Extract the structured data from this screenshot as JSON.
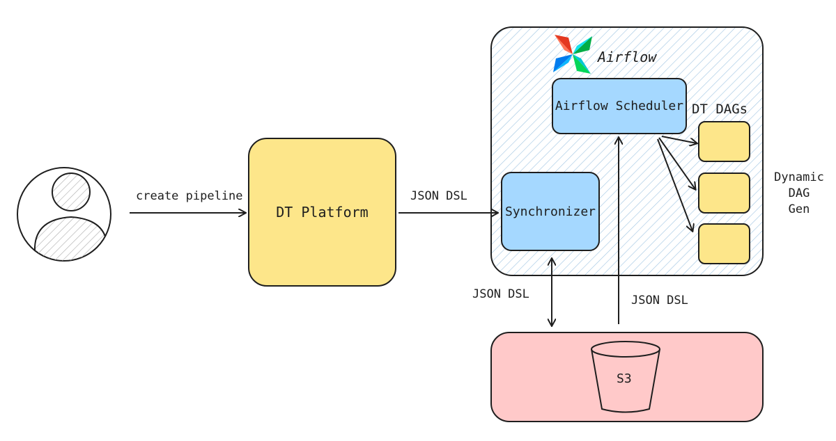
{
  "user": {
    "icon": "user-icon"
  },
  "edges": {
    "create_pipeline": "create pipeline",
    "platform_to_sync": "JSON DSL",
    "sync_to_s3": "JSON DSL",
    "s3_to_scheduler": "JSON DSL"
  },
  "platform": {
    "label": "DT Platform",
    "color": "#fde68a"
  },
  "airflow": {
    "label": "Airflow",
    "icon": "airflow-pinwheel-icon",
    "hatch_color": "#a5c8e4"
  },
  "scheduler": {
    "label": "Airflow Scheduler",
    "color": "#a5d8ff"
  },
  "synchronizer": {
    "label": "Synchronizer",
    "color": "#a5d8ff"
  },
  "dags": {
    "title": "DT DAGs",
    "side_label": [
      "Dynamic",
      "DAG",
      "Gen"
    ],
    "color": "#fde68a"
  },
  "s3": {
    "label": "S3",
    "color": "#ffc9c9",
    "icon": "bucket-icon"
  }
}
